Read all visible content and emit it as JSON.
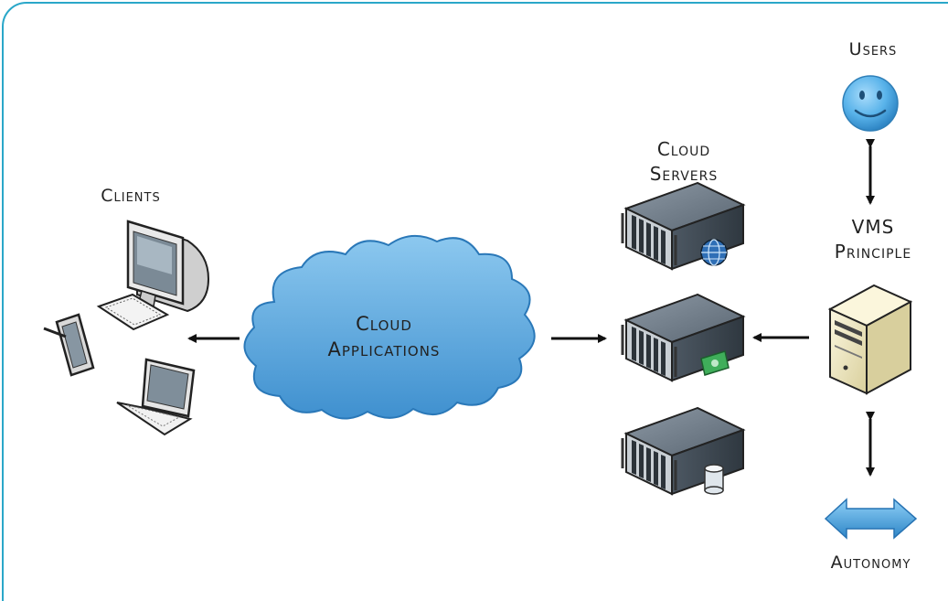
{
  "labels": {
    "clients": "Clients",
    "cloud_line1": "Cloud",
    "cloud_line2": "Applications",
    "servers_line1": "Cloud",
    "servers_line2": "Servers",
    "users": "Users",
    "vms_line1": "VMS",
    "vms_line2": "Principle",
    "autonomy": "Autonomy"
  },
  "icons": {
    "clients": [
      "desktop-computer-icon",
      "tablet-stylus-icon",
      "laptop-icon"
    ],
    "cloud": "cloud-icon",
    "servers": [
      "web-server-icon",
      "payment-server-icon",
      "database-server-icon"
    ],
    "users": "smiley-user-icon",
    "vms": "tower-server-icon",
    "autonomy": "double-arrow-icon"
  },
  "colors": {
    "frame_border": "#2aa7c9",
    "cloud_fill": "#5aa9dc",
    "cloud_stroke": "#2a78b8",
    "smiley_fill": "#59b3ea",
    "autonomy_fill": "#4aa7e0",
    "server_body": "#5e6a76",
    "tower_body": "#f2ecc6"
  }
}
